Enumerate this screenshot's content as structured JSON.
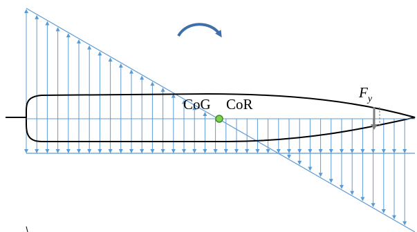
{
  "labels": {
    "cog": "CoG",
    "cor": "CoR",
    "force_symbol": "F",
    "force_subscript": "y"
  },
  "colors": {
    "arrow": "#5b9bd5",
    "hull_outline": "#000000",
    "cog_dot_fill": "#7dd34a",
    "cog_dot_stroke": "#3a8a2a",
    "rotation_arrow": "#3f6fa8",
    "force_arrow": "#7f7f7f"
  },
  "icons": {
    "rotation": "curved-rotation-arrow-icon",
    "force": "vertical-force-arrow-icon",
    "cog": "center-of-gravity-dot-icon"
  }
}
